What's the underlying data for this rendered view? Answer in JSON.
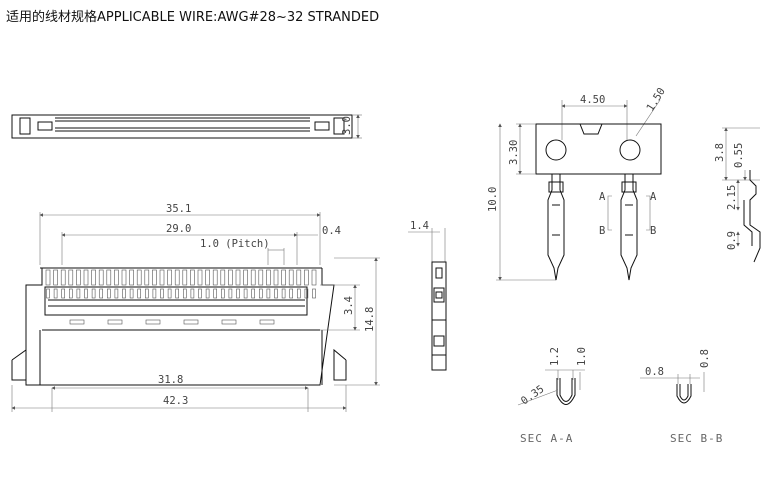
{
  "title": "适用的线材规格APPLICABLE WIRE:AWG#28~32 STRANDED",
  "dimensions": {
    "top_height": "3.0",
    "overall_width": "35.1",
    "contact_span": "29.0",
    "pitch": "1.0 (Pitch)",
    "offset": "0.4",
    "inner_height": "3.4",
    "overall_height": "14.8",
    "body_width": "31.8",
    "total_width": "42.3",
    "side_width": "1.4",
    "term_spacing": "4.50",
    "term_hole": "1.50",
    "term_top": "3.30",
    "term_length": "10.0",
    "side_3_8": "3.8",
    "side_0_55": "0.55",
    "side_2_15": "2.15",
    "side_0_9": "0.9",
    "sec_a_1_2": "1.2",
    "sec_a_1_0": "1.0",
    "sec_a_r": "0.35",
    "sec_b_0_8a": "0.8",
    "sec_b_0_8b": "0.8"
  },
  "section_labels": {
    "a": "A",
    "b": "B",
    "sec_a": "SEC A-A",
    "sec_b": "SEC B-B"
  }
}
